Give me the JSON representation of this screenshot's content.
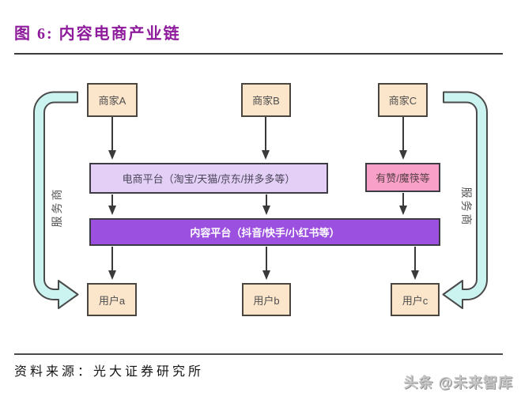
{
  "title": "图 6:  内容电商产业链",
  "diagram": {
    "merchants": [
      {
        "label": "商家A"
      },
      {
        "label": "商家B"
      },
      {
        "label": "商家C"
      }
    ],
    "ecommerce_platform_label": "电商平台（淘宝/天猫/京东/拼多多等）",
    "saas_platform_label": "有赞/魔筷等",
    "content_platform_label": "内容平台（抖音/快手/小红书等）",
    "users": [
      {
        "label": "用户a"
      },
      {
        "label": "用户b"
      },
      {
        "label": "用户c"
      }
    ],
    "service_provider_left_label": "服务商",
    "service_provider_right_label": "服务商"
  },
  "source_label": "资料来源：光大证券研究所",
  "watermark_label": "头条 @未来智库",
  "colors": {
    "title": "#8E1B9B",
    "merchant_fill": "#FBE5CB",
    "ecommerce_fill": "#E4D0F7",
    "saas_fill": "#F9A0C8",
    "content_fill": "#9C50E0",
    "service_arrow_fill": "#CBF4F1",
    "line": "#3A3A3A"
  }
}
